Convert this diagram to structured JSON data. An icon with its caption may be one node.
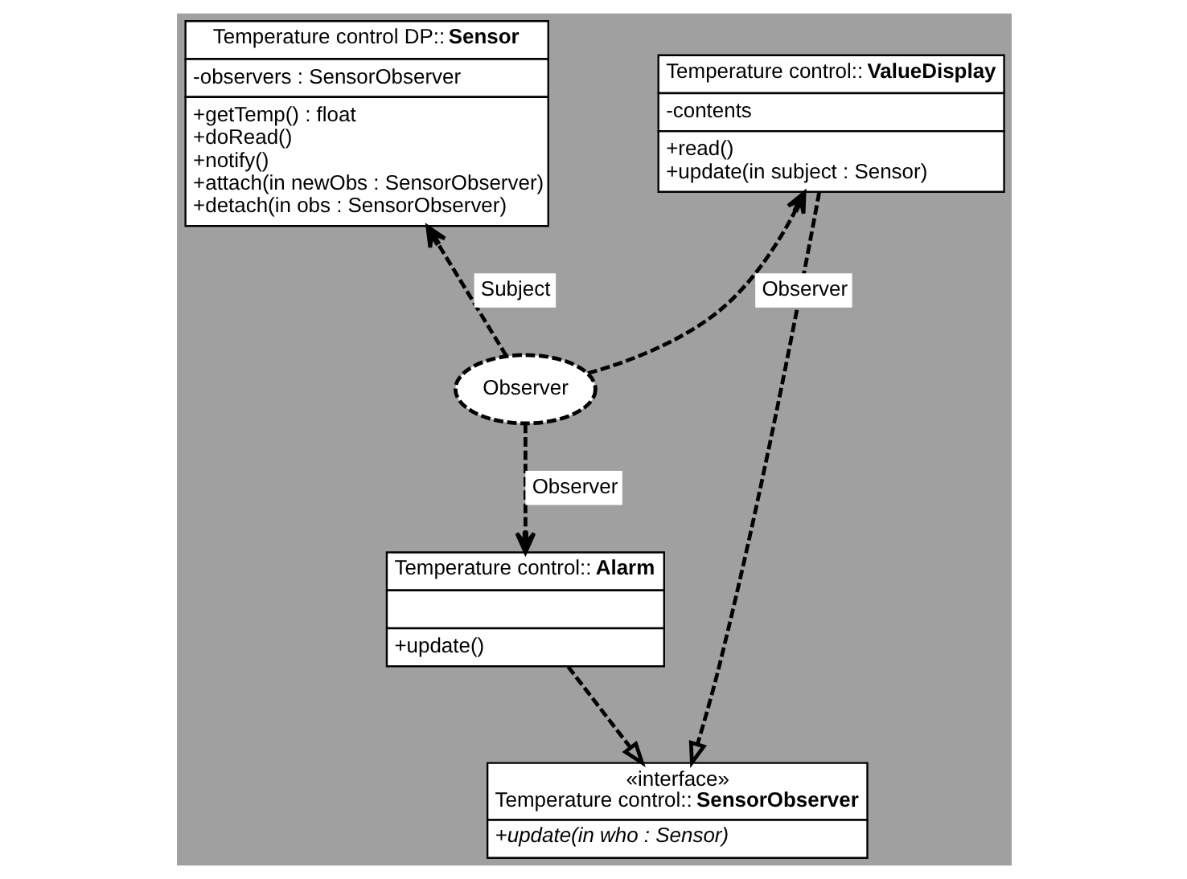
{
  "diagram": {
    "nodes": [
      {
        "text": [
          "Temperature control DP:: **Sensor**",
          "-observers : SensorObserver",
          "+getTemp() : float",
          "+doRead()",
          "+notify()",
          "+attach(in newObs : SensorObserver)",
          "+detach(in obs : SensorObserver)"
        ]
      },
      {
        "text": [
          "Temperature control:: **ValueDisplay**",
          "-contents",
          "+read()",
          "+update(in subject : Sensor)"
        ]
      },
      {
        "text": [
          "Observer"
        ]
      },
      {
        "text": [
          "«interface»",
          "Temperature control:: **SensorObserver**",
          "+update(in who : Sensor)"
        ]
      },
      {
        "text": [
          "Temperature control:: **Alarm**",
          "+update()"
        ]
      }
    ],
    "edges": [
      {
        "from": 2,
        "to": 0,
        "arrow": "to",
        "style": "dashed",
        "label": "Subject"
      },
      {
        "from": 2,
        "to": 1,
        "arrow": "to",
        "style": "dashed",
        "label": "Observer"
      },
      {
        "from": 2,
        "to": 4,
        "arrow": "to",
        "style": "dashed",
        "label": "Observer"
      },
      {
        "from": 1,
        "to": 3,
        "arrow": "to",
        "style": "dashed"
      },
      {
        "from": 4,
        "to": 3,
        "arrow": "to",
        "style": "dashed"
      }
    ]
  }
}
